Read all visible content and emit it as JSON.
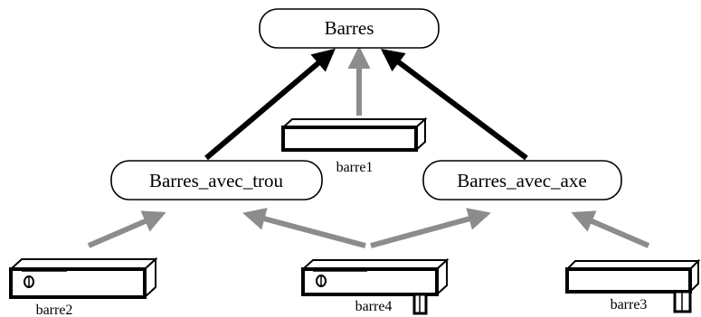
{
  "colors": {
    "strong_arrow": "#000000",
    "weak_arrow": "#8c8c8c",
    "background": "#ffffff"
  },
  "nodes": {
    "root": {
      "label": "Barres"
    },
    "hole": {
      "label": "Barres_avec_trou"
    },
    "axis": {
      "label": "Barres_avec_axe"
    }
  },
  "parts": {
    "barre1": {
      "label": "barre1"
    },
    "barre2": {
      "label": "barre2"
    },
    "barre3": {
      "label": "barre3"
    },
    "barre4": {
      "label": "barre4"
    }
  }
}
